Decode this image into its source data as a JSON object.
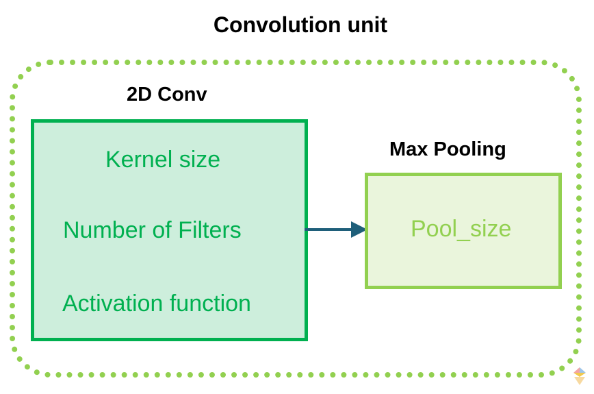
{
  "title": "Convolution unit",
  "conv": {
    "label": "2D Conv",
    "items": [
      "Kernel size",
      "Number of Filters",
      "Activation function"
    ]
  },
  "pool": {
    "label": "Max Pooling",
    "items": [
      "Pool_size"
    ]
  },
  "colors": {
    "unit_border": "#92d050",
    "conv_fill": "#cdeedc",
    "conv_border": "#00b050",
    "pool_fill": "#eaf5dc",
    "pool_border": "#92d050",
    "arrow": "#1f5f7a"
  }
}
